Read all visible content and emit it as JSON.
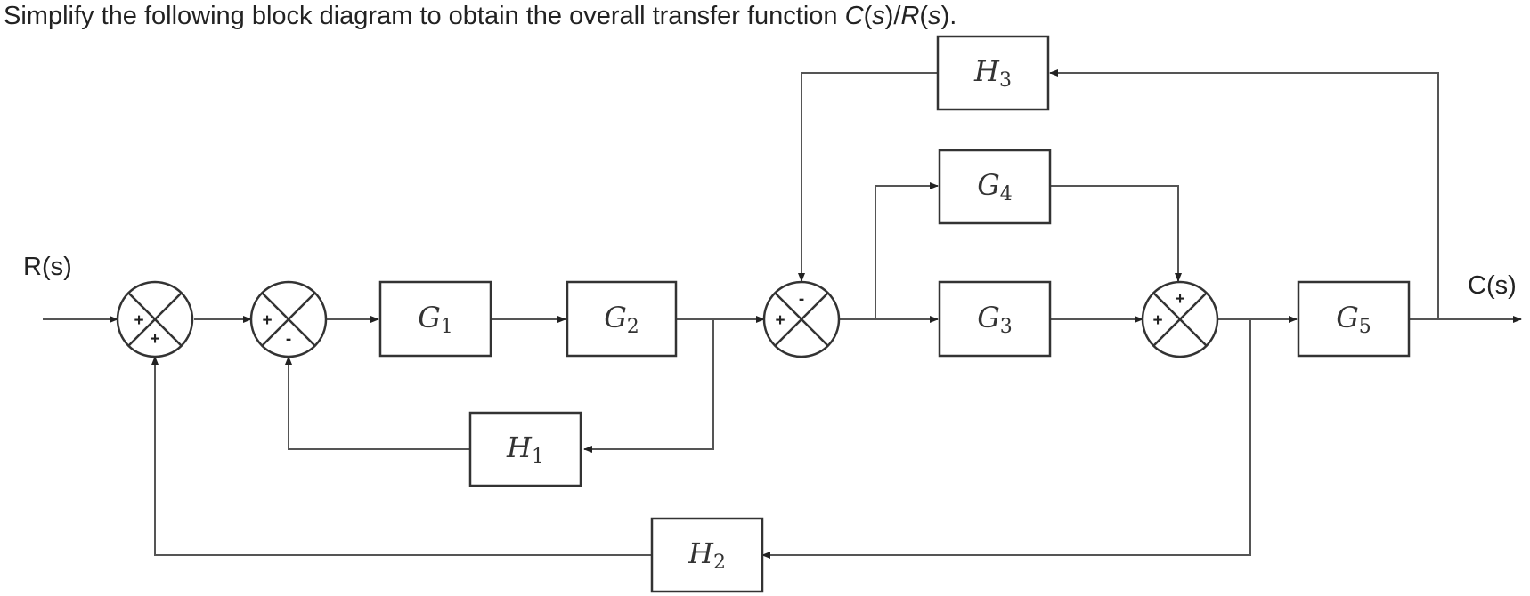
{
  "question": {
    "before": "Simplify the following block diagram to obtain the overall transfer function ",
    "c_letter": "C",
    "s1": "s",
    "slash": ")/",
    "r_letter": "R",
    "s2": "s",
    "end": ")."
  },
  "signals": {
    "input": "R(s)",
    "output": "C(s)"
  },
  "blocks": {
    "G1": {
      "letter": "G",
      "sub": "1"
    },
    "G2": {
      "letter": "G",
      "sub": "2"
    },
    "G3": {
      "letter": "G",
      "sub": "3"
    },
    "G4": {
      "letter": "G",
      "sub": "4"
    },
    "G5": {
      "letter": "G",
      "sub": "5"
    },
    "H1": {
      "letter": "H",
      "sub": "1"
    },
    "H2": {
      "letter": "H",
      "sub": "2"
    },
    "H3": {
      "letter": "H",
      "sub": "3"
    }
  },
  "summing_junctions": {
    "s1": {
      "left": "+",
      "bottom": "+"
    },
    "s2": {
      "left": "+",
      "bottom": "-"
    },
    "s3": {
      "left": "+",
      "top": "-"
    },
    "s4": {
      "left": "+",
      "top": "+"
    }
  }
}
